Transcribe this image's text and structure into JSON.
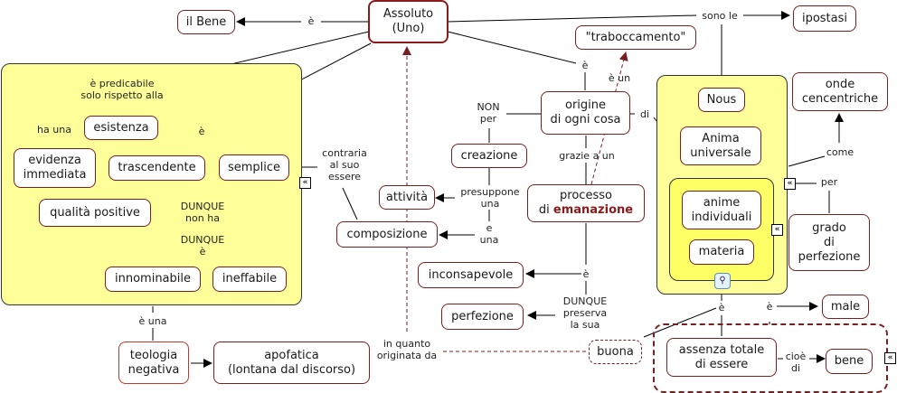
{
  "nodes": {
    "assoluto": "Assoluto\n(Uno)",
    "il_bene": "il Bene",
    "ipostasi": "ipostasi",
    "traboccamento": "\"traboccamento\"",
    "esistenza": "esistenza",
    "evidenza": "evidenza\nimmediata",
    "trascendente": "trascendente",
    "semplice": "semplice",
    "qualita": "qualità positive",
    "innominabile": "innominabile",
    "ineffabile": "ineffabile",
    "teologia": "teologia\nnegativa",
    "apofatica": "apofatica\n(lontana dal discorso)",
    "origine": "origine\ndi ogni cosa",
    "creazione": "creazione",
    "attivita": "attività",
    "composizione": "composizione",
    "processo_line1": "processo",
    "processo_di": "di ",
    "processo_em": "emanazione",
    "inconsapevole": "inconsapevole",
    "perfezione": "perfezione",
    "buona": "buona",
    "nous": "Nous",
    "anima": "Anima\nuniversale",
    "anime": "anime\nindividuali",
    "materia": "materia",
    "onde": "onde\ncencentriche",
    "grado": "grado\ndi\nperfezione",
    "male": "male",
    "assenza": "assenza totale\ndi essere",
    "bene": "bene"
  },
  "labels": {
    "e_bene": "è",
    "sono_le": "sono le",
    "predicabile": "è predicabile\nsolo rispetto alla",
    "ha_una": "ha una",
    "e_group": "è",
    "dunque_non_ha": "DUNQUE\nnon ha",
    "dunque_e": "DUNQUE\nè",
    "e_una": "è una",
    "contraria": "contraria\nal suo\nessere",
    "e_origine": "è",
    "e_un": "è un",
    "non_per": "NON\nper",
    "di": "di",
    "grazie": "grazie a un",
    "presuppone": "presuppone\nuna",
    "e_una2": "e\nuna",
    "e_incons": "è",
    "dunque_preserva": "DUNQUE\npreserva\nla sua",
    "in_quanto": "in quanto\noriginata da",
    "come": "come",
    "per": "per",
    "e_materia": "è",
    "e_male": "è",
    "cioe_di": "cioè\ndi"
  },
  "icons": {
    "expand": "«",
    "tree": "⚲"
  },
  "colors": {
    "group_fill": "#ffff99",
    "node_border": "#7a1f1f",
    "accent": "#8b1a1a"
  }
}
